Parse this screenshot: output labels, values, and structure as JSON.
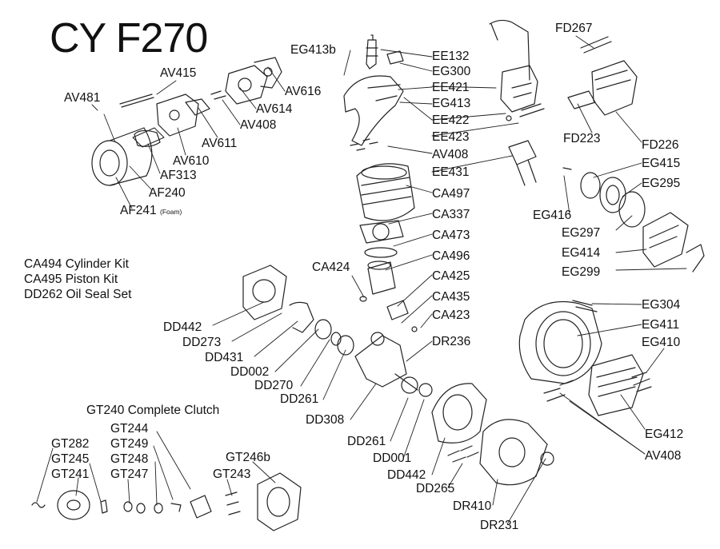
{
  "title": "CY F270",
  "kit_lines": [
    "CA494  Cylinder Kit",
    "CA495   Piston Kit",
    "DD262 Oil Seal Set"
  ],
  "clutch_note": "GT240   Complete Clutch",
  "foam_note": "(Foam)",
  "labels": {
    "EG413b": "EG413b",
    "EE132": "EE132",
    "EG300": "EG300",
    "EE421": "EE421",
    "EG413": "EG413",
    "EE422": "EE422",
    "EE423": "EE423",
    "AV408a": "AV408",
    "EE431": "EE431",
    "CA497": "CA497",
    "CA337": "CA337",
    "CA473": "CA473",
    "CA496": "CA496",
    "CA424": "CA424",
    "CA425": "CA425",
    "CA435": "CA435",
    "CA423": "CA423",
    "DR236": "DR236",
    "AV415": "AV415",
    "AV481": "AV481",
    "AV616": "AV616",
    "AV614": "AV614",
    "AV408b": "AV408",
    "AV611": "AV611",
    "AV610": "AV610",
    "AF313": "AF313",
    "AF240": "AF240",
    "AF241": "AF241",
    "FD267": "FD267",
    "FD223": "FD223",
    "FD226": "FD226",
    "EG415": "EG415",
    "EG295": "EG295",
    "EG416": "EG416",
    "EG297": "EG297",
    "EG414": "EG414",
    "EG299": "EG299",
    "EG304": "EG304",
    "EG411": "EG411",
    "EG410": "EG410",
    "EG412": "EG412",
    "AV408c": "AV408",
    "DD442a": "DD442",
    "DD273": "DD273",
    "DD431": "DD431",
    "DD002": "DD002",
    "DD270": "DD270",
    "DD261a": "DD261",
    "DD308": "DD308",
    "DD261b": "DD261",
    "DD001": "DD001",
    "DD442b": "DD442",
    "DD265": "DD265",
    "DR410": "DR410",
    "DR231": "DR231",
    "GT244": "GT244",
    "GT249": "GT249",
    "GT248": "GT248",
    "GT247": "GT247",
    "GT282": "GT282",
    "GT245": "GT245",
    "GT241": "GT241",
    "GT246b": "GT246b",
    "GT243": "GT243"
  }
}
